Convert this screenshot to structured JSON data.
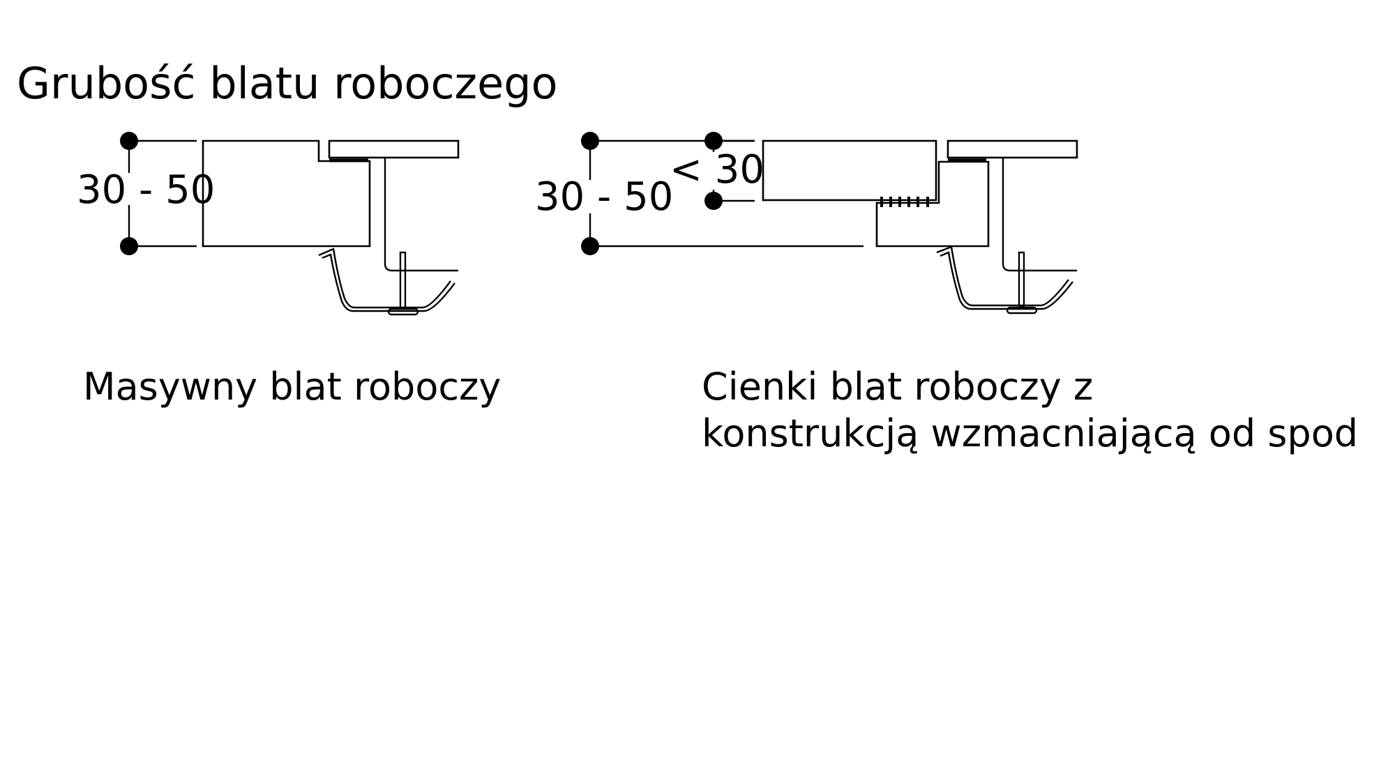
{
  "title": "Grubość blatu roboczego",
  "panels": [
    {
      "id": "solid",
      "dimension_label": "30 - 50",
      "caption_lines": [
        "Masywny blat roboczy"
      ]
    },
    {
      "id": "thin",
      "dimension_label": "30 - 50",
      "secondary_dimension_label": "< 30",
      "caption_lines": [
        "Cienki blat roboczy z",
        "konstrukcją wzmacniającą od spod"
      ]
    }
  ],
  "colors": {
    "line": "#000000",
    "background": "#ffffff"
  }
}
